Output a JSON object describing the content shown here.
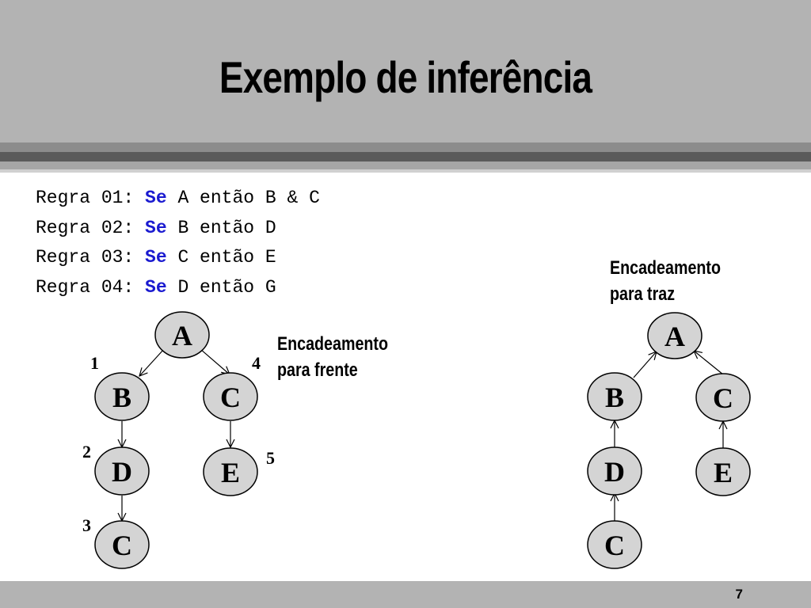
{
  "title": "Exemplo de inferência",
  "rules": [
    {
      "prefix": "Regra 01: ",
      "keyword": "Se",
      "rest": " A então B & C"
    },
    {
      "prefix": "Regra 02: ",
      "keyword": "Se",
      "rest": " B então D"
    },
    {
      "prefix": "Regra 03: ",
      "keyword": "Se",
      "rest": " C então E"
    },
    {
      "prefix": "Regra 04: ",
      "keyword": "Se",
      "rest": " D então G"
    }
  ],
  "forward": {
    "caption_line1": "Encadeamento",
    "caption_line2": "para frente",
    "nodes": [
      "A",
      "B",
      "C",
      "D",
      "E",
      "C"
    ],
    "steps": [
      "1",
      "2",
      "3",
      "4",
      "5"
    ]
  },
  "backward": {
    "caption_line1": "Encadeamento",
    "caption_line2": "para traz",
    "nodes": [
      "A",
      "B",
      "C",
      "D",
      "E",
      "C"
    ]
  },
  "page_number": "7",
  "colors": {
    "keyword": "#1a1ad0",
    "node_fill": "#d4d4d4",
    "header": "#b3b3b3"
  }
}
